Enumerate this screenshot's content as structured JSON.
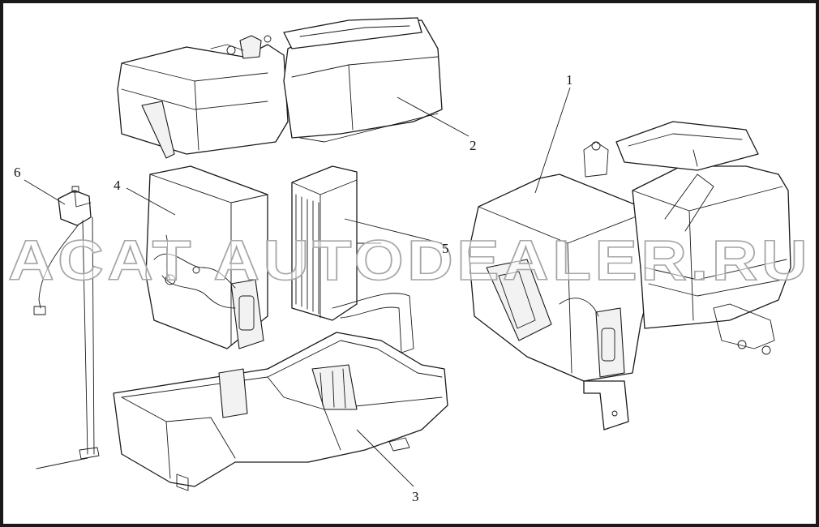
{
  "watermark": "ACAT AUTODEALER.RU",
  "callouts": [
    {
      "id": "1",
      "label": "1"
    },
    {
      "id": "2",
      "label": "2"
    },
    {
      "id": "3",
      "label": "3"
    },
    {
      "id": "4",
      "label": "4"
    },
    {
      "id": "5",
      "label": "5"
    },
    {
      "id": "6",
      "label": "6"
    }
  ]
}
